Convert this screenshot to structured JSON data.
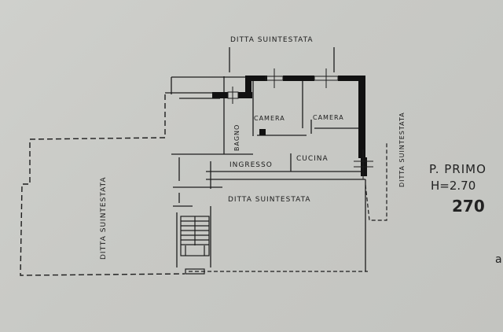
{
  "plan": {
    "neighbor_label": "DITTA SUINTESTATA",
    "rooms": [
      {
        "name": "CAMERA"
      },
      {
        "name": "CAMERA"
      },
      {
        "name": "BAGNO"
      },
      {
        "name": "INGRESSO"
      },
      {
        "name": "CUCINA"
      }
    ],
    "floor": "P. PRIMO",
    "height_label": "H=2.70",
    "height_handwritten": "270",
    "margin_mark": "a"
  }
}
